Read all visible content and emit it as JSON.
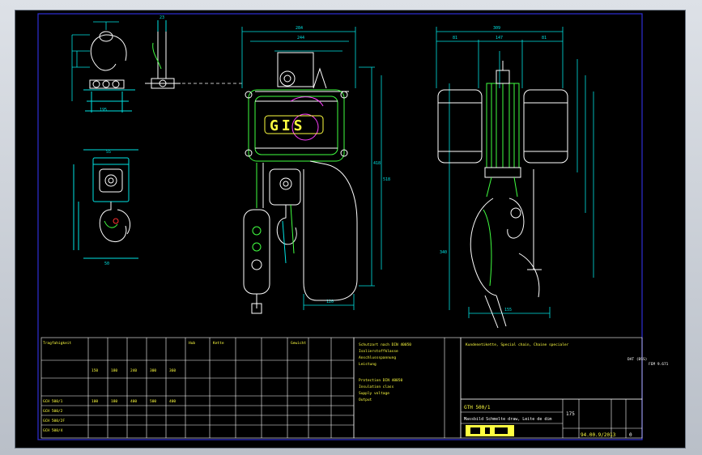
{
  "colors": {
    "background": "#000000",
    "frame": "#2f2fd6",
    "geometry": "#ffffff",
    "dimensions": "#00e3e3",
    "outline": "#40ff40",
    "text_yellow": "#ffff40",
    "logo": "#ffff40",
    "accent_magenta": "#ff40ff",
    "accent_red": "#ff3030"
  },
  "dimensions": {
    "top_width": "284",
    "inner_width": "244",
    "right_width": "309",
    "right_left": "81",
    "right_mid": "147",
    "right_right": "81",
    "height_1": "518",
    "height_2": "418",
    "height_3": "340",
    "bottom_1": "120",
    "bottom_2": "155",
    "side_1": "195",
    "side_2": "23",
    "hook_1": "55",
    "hook_2": "50"
  },
  "icons": {
    "hook_top": "crane-hook-icon",
    "hook_bottom": "crane-hook-icon",
    "pendant": "control-pendant-icon",
    "hoist": "chain-hoist-icon"
  },
  "logo": {
    "text": "GIS"
  },
  "spec_table": {
    "headers": [
      "Tragfahigkeit",
      "Hub",
      "Kette",
      "Gewicht"
    ],
    "row_labels": [
      "GCH 500/1",
      "GCH 500/2",
      "GCH 500/2F",
      "GCH 500/4"
    ],
    "cols": [
      [
        "150",
        "180",
        "240",
        "300",
        "360"
      ],
      [
        "100",
        "180",
        "400",
        "500",
        "400"
      ],
      [
        "",
        "",
        "",
        "",
        ""
      ]
    ]
  },
  "notes": {
    "left": [
      "Schutzart nach DIN 40050",
      "Isolierstoffklasse",
      "Anschlussspannung",
      "Leistung"
    ],
    "right": [
      "Protection DIN 40050",
      "Insulation class",
      "Supply voltage",
      "Output"
    ],
    "header": "Kundenetikette,  Special chain,  Chaine specialer",
    "right_label": "DAT (BSS)",
    "fem": "FEM 9.671"
  },
  "title_block": {
    "part": "GTH 500/1",
    "desc": "Massbild Schmelte draw, Leite de dim",
    "code": "94.00.9/2013",
    "num": "175",
    "sheet": "0"
  }
}
